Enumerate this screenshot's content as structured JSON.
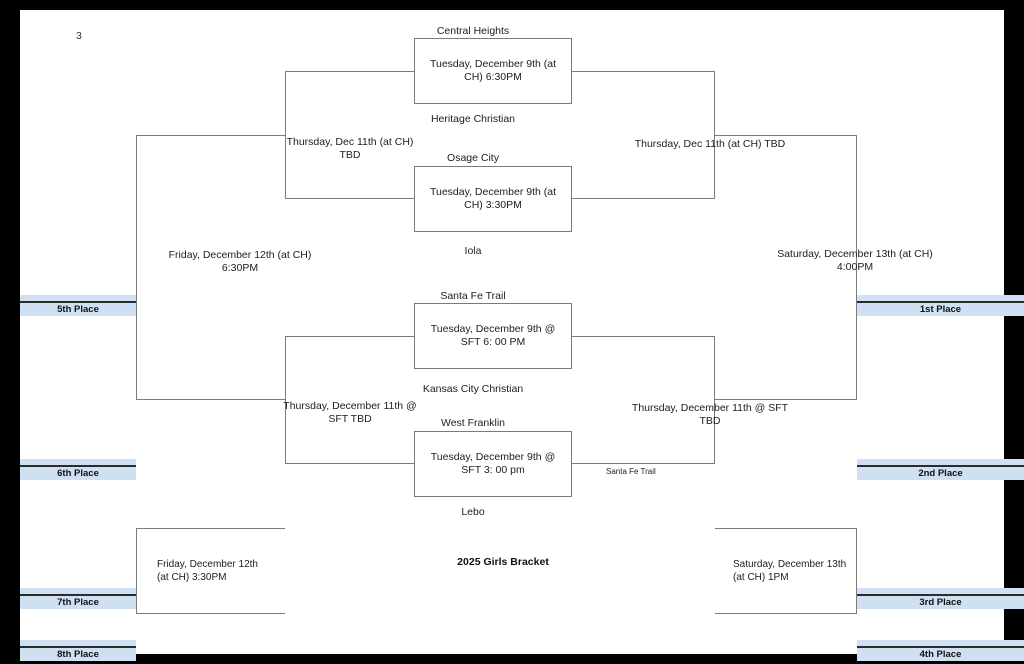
{
  "page": {
    "page_number": "3",
    "title": "2025 Girls Bracket"
  },
  "teams": {
    "central_heights": "Central Heights",
    "heritage_christian": "Heritage Christian",
    "osage_city": "Osage City",
    "iola": "Iola",
    "santa_fe_trail": "Santa Fe Trail",
    "kansas_city_christian": "Kansas City Christian",
    "west_franklin": "West Franklin",
    "lebo": "Lebo",
    "santa_fe_trail_advanced": "Santa Fe Trail"
  },
  "round1": [
    {
      "top_team": "Central Heights",
      "bottom_team": "Heritage Christian",
      "game_text": "Tuesday, December 9th (at CH)\n6:30PM"
    },
    {
      "top_team": "Osage City",
      "bottom_team": "Iola",
      "game_text": "Tuesday, December 9th (at CH)\n3:30PM"
    },
    {
      "top_team": "Santa Fe Trail",
      "bottom_team": "Kansas City Christian",
      "game_text": "Tuesday, December 9th @ SFT 6:\n00 PM"
    },
    {
      "top_team": "West Franklin",
      "bottom_team": "Lebo",
      "game_text": "Tuesday, December 9th @ SFT 3:\n00 pm"
    }
  ],
  "semifinals_winners": [
    {
      "label": "Thursday, Dec 11th (at CH) TBD"
    },
    {
      "label": "Thursday, December 11th  @ SFT\nTBD"
    }
  ],
  "semifinals_losers": [
    {
      "label": "Thursday, Dec 11th (at CH)\nTBD"
    },
    {
      "label": "Thursday, December 11th @\nSFT TBD"
    }
  ],
  "finals": {
    "championship": "Saturday, December 13th (at CH)\n4:00PM",
    "fifth_place_game": "Friday, December 12th (at CH)\n6:30PM",
    "third_place_game": "Saturday, December 13th\n(at CH) 1PM",
    "seventh_place_game": "Friday, December 12th\n(at CH) 3:30PM"
  },
  "placements_right": [
    {
      "label": "1st Place"
    },
    {
      "label": "2nd Place"
    },
    {
      "label": "3rd Place"
    },
    {
      "label": "4th Place"
    }
  ],
  "placements_left": [
    {
      "label": "5th Place"
    },
    {
      "label": "6th Place"
    },
    {
      "label": "7th Place"
    },
    {
      "label": "8th Place"
    }
  ],
  "colors": {
    "place_band": "#cfe0f2",
    "line": "#7b7b7b",
    "text": "#1d1d1d"
  }
}
